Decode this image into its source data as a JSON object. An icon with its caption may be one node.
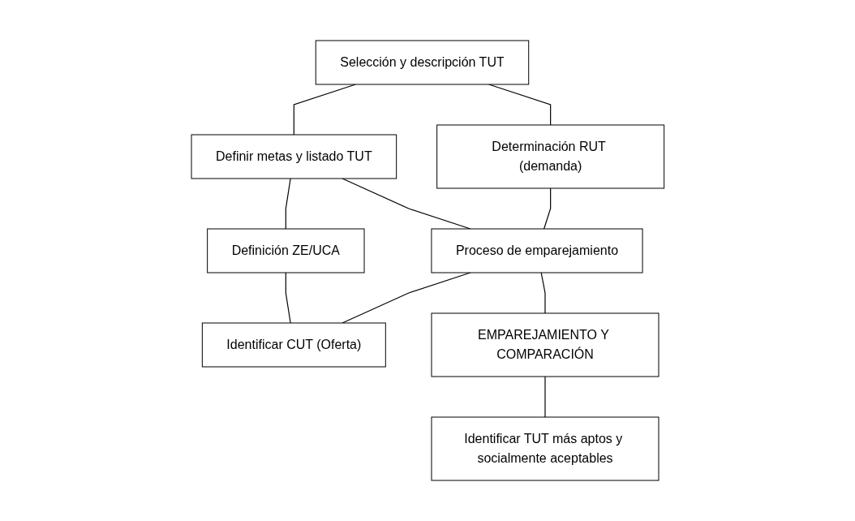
{
  "diagram": {
    "nodes": [
      {
        "text": [
          "Selección y descripción TUT"
        ]
      },
      {
        "text": [
          "Definir metas y listado TUT"
        ]
      },
      {
        "text": [
          "Definición ZE/UCA"
        ]
      },
      {
        "text": [
          "Determinación RUT (demanda)"
        ]
      },
      {
        "text": [
          "Proceso de emparejamiento"
        ]
      },
      {
        "text": [
          "Identificar CUT (Oferta)"
        ]
      },
      {
        "text": [
          "EMPAREJAMIENTO Y COMPARACIÓN"
        ]
      },
      {
        "text": [
          "Identificar TUT más aptos y socialmente aceptables"
        ]
      }
    ],
    "edges": [
      {
        "from": 0,
        "to": 1,
        "arrow": "none"
      },
      {
        "from": 1,
        "to": 2,
        "arrow": "none"
      },
      {
        "from": 0,
        "to": 3,
        "arrow": "none"
      },
      {
        "from": 1,
        "to": 4,
        "arrow": "none"
      },
      {
        "from": 2,
        "to": 5,
        "arrow": "none"
      },
      {
        "from": 3,
        "to": 4,
        "arrow": "none"
      },
      {
        "from": 4,
        "to": 5,
        "arrow": "none"
      },
      {
        "from": 4,
        "to": 6,
        "arrow": "none"
      },
      {
        "from": 6,
        "to": 7,
        "arrow": "none"
      }
    ]
  }
}
